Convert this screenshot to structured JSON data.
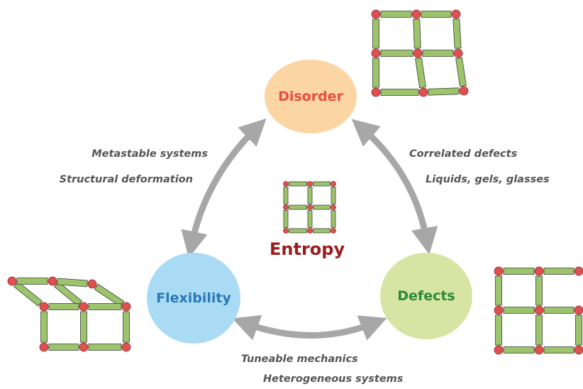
{
  "nodes": {
    "disorder": "Disorder",
    "flexibility": "Flexibility",
    "defects": "Defects"
  },
  "center_label": "Entropy",
  "edge_labels": {
    "disorder_flexibility": [
      "Metastable systems",
      "Structural deformation"
    ],
    "disorder_defects": [
      "Correlated defects",
      "Liquids, gels, glasses"
    ],
    "flexibility_defects": [
      "Tuneable mechanics",
      "Heterogeneous systems"
    ]
  },
  "colors": {
    "disorder_fill": "#fcd5a5",
    "disorder_text": "#e94e3d",
    "flexibility_fill": "#a9dcf4",
    "flexibility_text": "#2b78b8",
    "defects_fill": "#d8e4a3",
    "defects_text": "#2a8a3b",
    "entropy_text": "#9b1c1c",
    "arrow": "#a7a7a7",
    "node_dot": "#e05050",
    "bar": "#9cc46b"
  }
}
